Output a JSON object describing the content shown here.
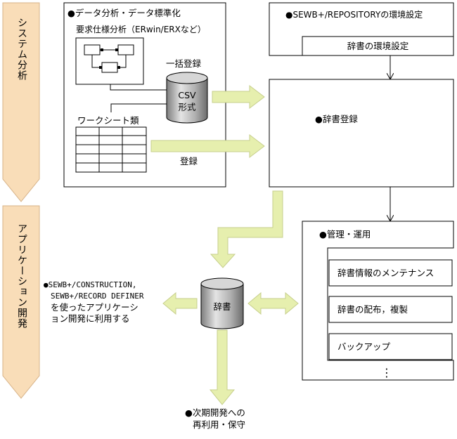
{
  "phases": {
    "analysis": "システム分析",
    "development": "アプリケーション開発"
  },
  "data_analysis": {
    "title": "●データ分析・データ標準化",
    "requirements": "要求仕様分析（ERwin/ERXなど）",
    "worksheets": "ワークシート類"
  },
  "csv": {
    "line1": "CSV",
    "line2": "形式"
  },
  "labels": {
    "bulk_register": "一括登録",
    "register": "登録"
  },
  "repository": {
    "env_title": "●SEWB+/REPOSITORYの環境設定",
    "dict_env": "辞書の環境設定",
    "dict_register": "●辞書登録"
  },
  "management": {
    "title": "●管理・運用",
    "items": [
      "辞書情報のメンテナンス",
      "辞書の配布，複製",
      "バックアップ"
    ],
    "ellipsis": "⋮"
  },
  "dictionary": {
    "label": "辞書"
  },
  "construction": {
    "line1": "●SEWB+/CONSTRUCTION,",
    "line2": "SEWB+/RECORD DEFINER",
    "line3": "を使ったアプリケーシ",
    "line4": "ョン開発に利用する"
  },
  "next_dev": {
    "line1": "●次期開発への",
    "line2": "再利用・保守"
  },
  "colors": {
    "phase_fill": "#f9ddb8",
    "flow_arrow": "#e6efae",
    "cylinder_top": "#c8c8c8",
    "cylinder_body": "#9a9a9a"
  }
}
